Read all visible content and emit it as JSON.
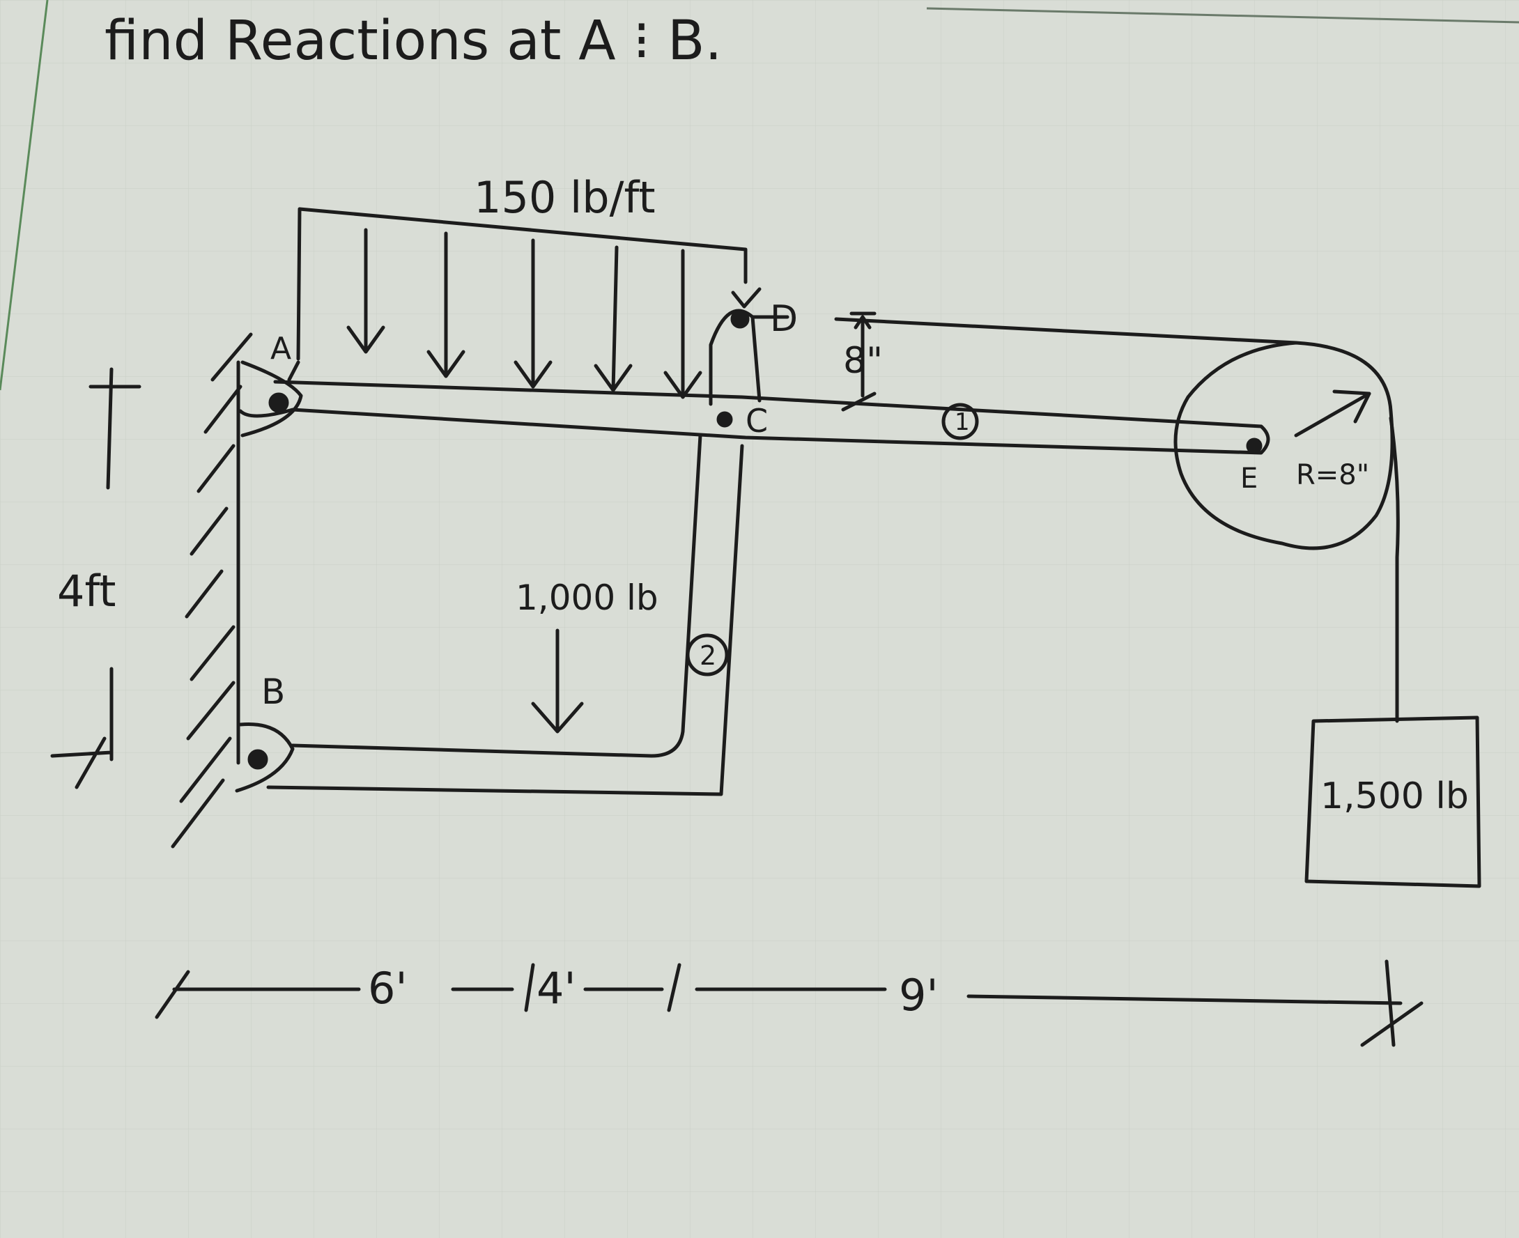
{
  "title": "find Reactions at A ⁝ B.",
  "labels": {
    "A": "A",
    "B": "B",
    "C": "C",
    "D": "D",
    "E": "E"
  },
  "loads": {
    "distributed": "150 lb/ft",
    "point": "1,000 lb",
    "hanging_weight": "1,500 lb"
  },
  "dimensions": {
    "height": "4ft",
    "span_1": "6'",
    "span_2": "4'",
    "span_3": "9'",
    "offset": "8\"",
    "pulley_radius": "R=8\""
  },
  "members": {
    "member_1": "1",
    "member_2": "2"
  }
}
